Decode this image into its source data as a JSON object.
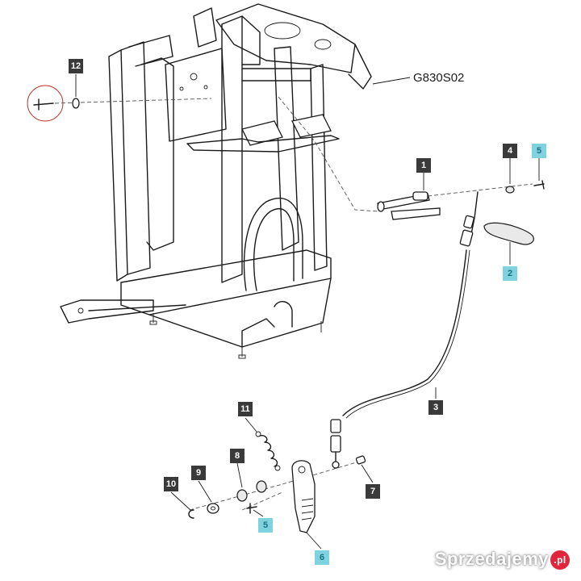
{
  "diagram": {
    "reference_code": "G830S02",
    "callouts": [
      {
        "id": "c12",
        "label": "12",
        "style": "dark"
      },
      {
        "id": "c1",
        "label": "1",
        "style": "dark"
      },
      {
        "id": "c4",
        "label": "4",
        "style": "dark"
      },
      {
        "id": "c5a",
        "label": "5",
        "style": "cyan"
      },
      {
        "id": "c2",
        "label": "2",
        "style": "cyan"
      },
      {
        "id": "c3",
        "label": "3",
        "style": "dark"
      },
      {
        "id": "c11",
        "label": "11",
        "style": "dark"
      },
      {
        "id": "c8",
        "label": "8",
        "style": "dark"
      },
      {
        "id": "c9",
        "label": "9",
        "style": "dark"
      },
      {
        "id": "c10",
        "label": "10",
        "style": "dark"
      },
      {
        "id": "c7",
        "label": "7",
        "style": "dark"
      },
      {
        "id": "c5b",
        "label": "5",
        "style": "cyan"
      },
      {
        "id": "c6",
        "label": "6",
        "style": "cyan"
      }
    ],
    "colors": {
      "dark_badge": "#3a3a3a",
      "cyan_badge": "#7fd3e0",
      "line": "#1a1a1a",
      "highlight_circle": "#c0392b"
    }
  },
  "watermark": {
    "text": "Sprzedajemy",
    "suffix": ".pl"
  }
}
